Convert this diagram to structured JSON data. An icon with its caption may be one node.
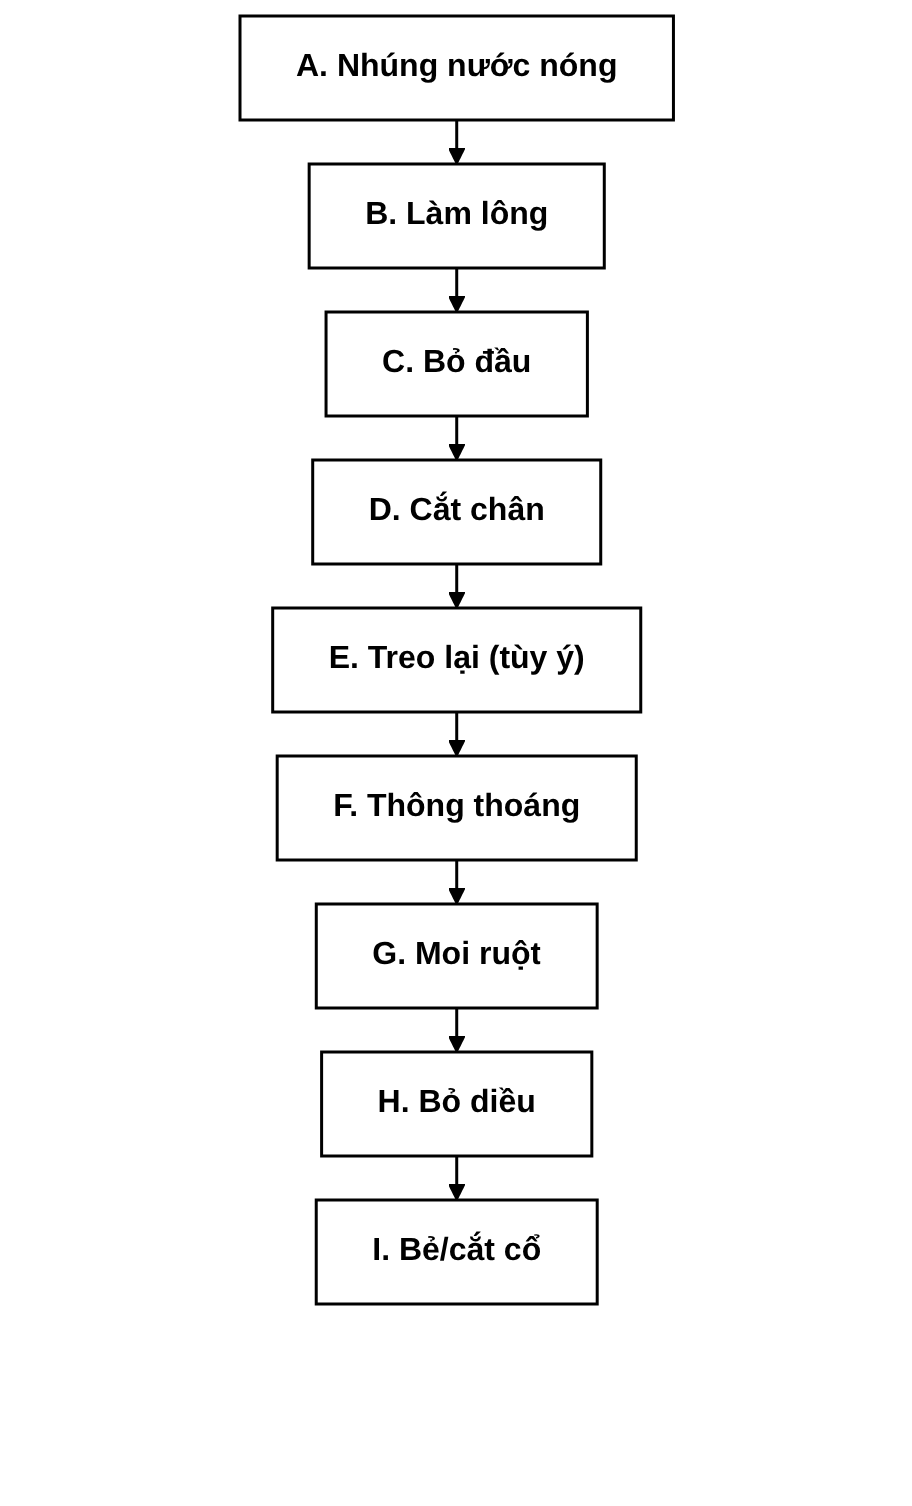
{
  "diagram": {
    "nodes": [
      {
        "text": [
          "A.  Nhúng nước nóng"
        ]
      },
      {
        "text": [
          "B.  Làm lông"
        ]
      },
      {
        "text": [
          "C.  Bỏ đầu"
        ]
      },
      {
        "text": [
          "D.  Cắt chân"
        ]
      },
      {
        "text": [
          "E.  Treo lại (tùy ý)"
        ]
      },
      {
        "text": [
          "F.  Thông thoáng"
        ]
      },
      {
        "text": [
          "G.  Moi ruột"
        ]
      },
      {
        "text": [
          "H.  Bỏ diều"
        ]
      },
      {
        "text": [
          "I.   Bẻ/cắt cổ"
        ]
      }
    ],
    "edges": [
      {
        "from": 0,
        "to": 1,
        "arrow": "to"
      },
      {
        "from": 1,
        "to": 2,
        "arrow": "to"
      },
      {
        "from": 2,
        "to": 3,
        "arrow": "to"
      },
      {
        "from": 3,
        "to": 4,
        "arrow": "to"
      },
      {
        "from": 4,
        "to": 5,
        "arrow": "to"
      },
      {
        "from": 5,
        "to": 6,
        "arrow": "to"
      },
      {
        "from": 6,
        "to": 7,
        "arrow": "to"
      },
      {
        "from": 7,
        "to": 8,
        "arrow": "to"
      }
    ]
  }
}
